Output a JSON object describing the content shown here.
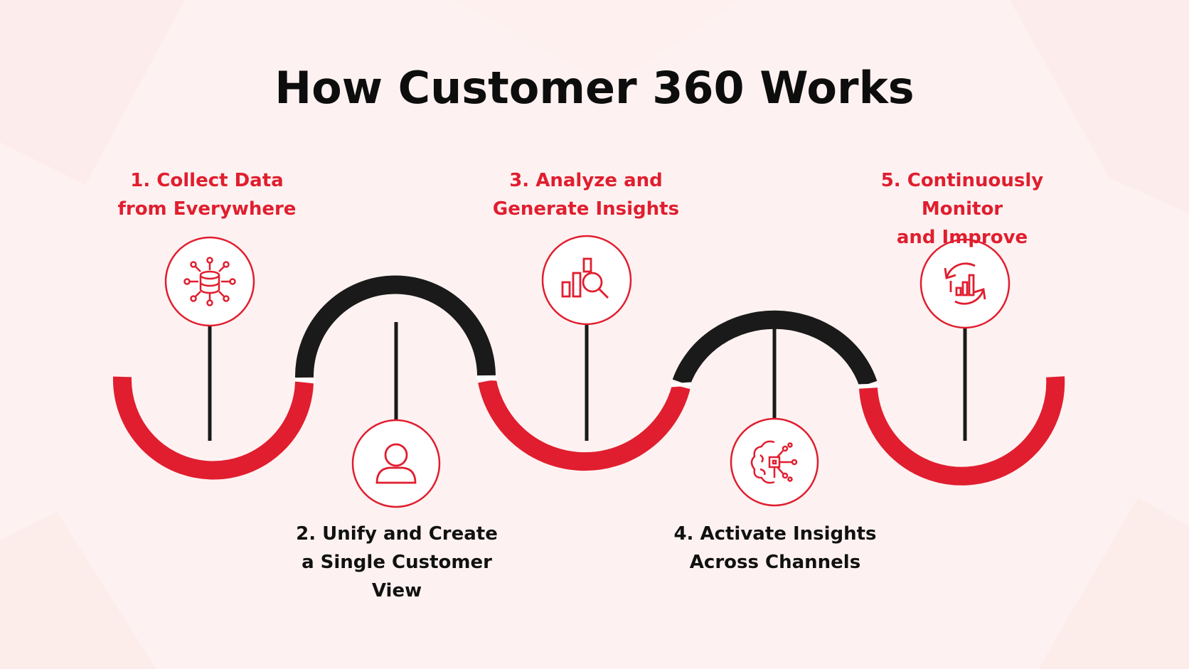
{
  "title": "How Customer 360 Works",
  "colors": {
    "accent": "#e01e2f",
    "dark": "#1a1a1a",
    "background": "#fdf2f1"
  },
  "steps": [
    {
      "label": "1. Collect Data\nfrom Everywhere",
      "icon": "database-network-icon"
    },
    {
      "label": "2. Unify and Create\na Single Customer\nView",
      "icon": "user-icon"
    },
    {
      "label": "3. Analyze and\nGenerate Insights",
      "icon": "chart-magnifier-icon"
    },
    {
      "label": "4. Activate Insights\nAcross Channels",
      "icon": "brain-circuit-icon"
    },
    {
      "label": "5. Continuously Monitor\nand Improve",
      "icon": "refresh-chart-icon"
    }
  ]
}
